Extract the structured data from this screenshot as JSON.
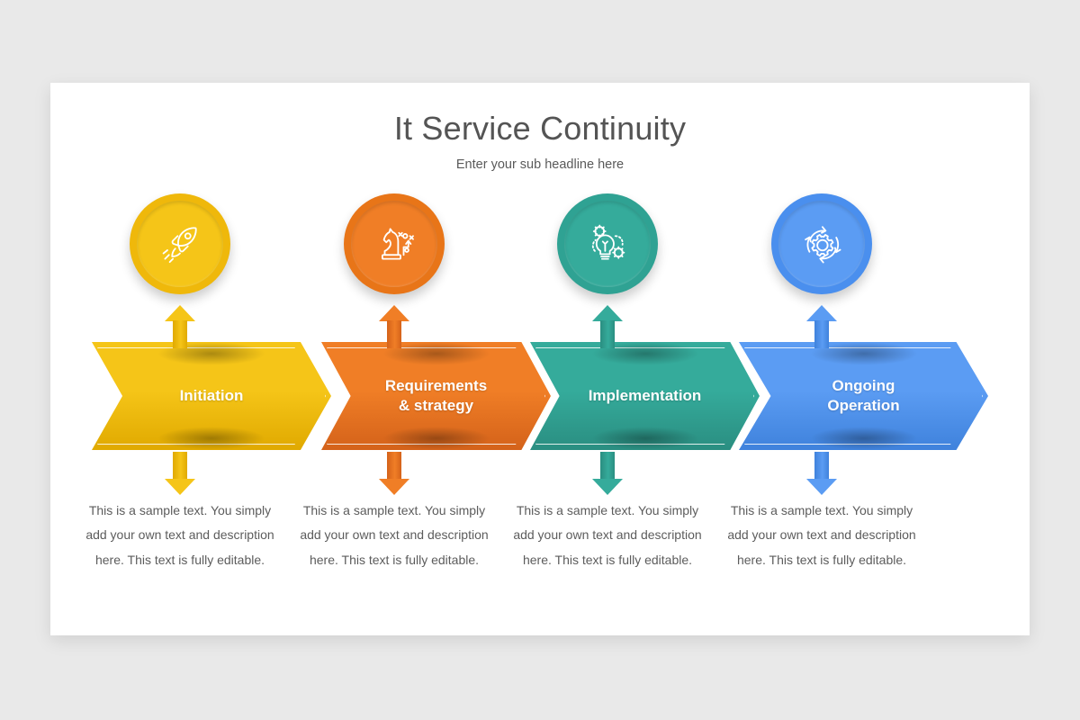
{
  "canvas": {
    "background_color": "#e9e9e9",
    "slide_background": "#ffffff"
  },
  "header": {
    "title": "It Service Continuity",
    "subtitle": "Enter your sub headline here",
    "title_color": "#545454",
    "subtitle_color": "#5a5a5a"
  },
  "steps": [
    {
      "label": "Initiation",
      "icon": "rocket-icon",
      "color": "#F5C518",
      "color_dark": "#E0A900",
      "color_ring": "#EFB80B",
      "description": "This is a sample text. You simply add your own text and description here. This text is fully editable."
    },
    {
      "label": "Requirements\n& strategy",
      "icon": "chess-knight-strategy-icon",
      "color": "#F07E26",
      "color_dark": "#D4621A",
      "color_ring": "#E87518",
      "description": "This is a sample text. You simply add your own text and description here. This text is fully editable."
    },
    {
      "label": "Implementation",
      "icon": "lightbulb-gears-icon",
      "color": "#35AB9B",
      "color_dark": "#2A8E81",
      "color_ring": "#2FA293",
      "description": "This is a sample text. You simply add your own text and description here. This text is fully editable."
    },
    {
      "label": "Ongoing\nOperation",
      "icon": "gear-cycle-icon",
      "color": "#5B9CF3",
      "color_dark": "#3F82DC",
      "color_ring": "#4A8FEE",
      "description": "This is a sample text. You simply add your own text and description here. This text is fully editable."
    }
  ]
}
